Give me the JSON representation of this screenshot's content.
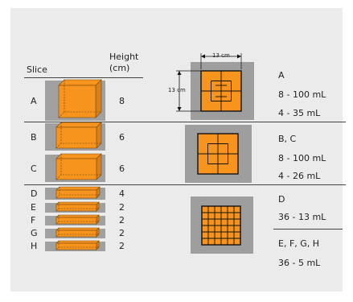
{
  "headers": {
    "slice": "Slice",
    "height_line1": "Height",
    "height_line2": "(cm)"
  },
  "slices": [
    {
      "label": "A",
      "height": "8"
    },
    {
      "label": "B",
      "height": "6"
    },
    {
      "label": "C",
      "height": "6"
    },
    {
      "label": "D",
      "height": "4"
    },
    {
      "label": "E",
      "height": "2"
    },
    {
      "label": "F",
      "height": "2"
    },
    {
      "label": "G",
      "height": "2"
    },
    {
      "label": "H",
      "height": "2"
    }
  ],
  "dimensions": {
    "width": "13 cm",
    "height": "13 cm"
  },
  "groups": [
    {
      "title": "A",
      "line1": "8 - 100 mL",
      "line2": "4 - 35 mL"
    },
    {
      "title": "B, C",
      "line1": "8 - 100 mL",
      "line2": "4 - 26 mL"
    },
    {
      "title": "D",
      "line1": "36 - 13 mL"
    },
    {
      "title": "E, F, G, H",
      "line1": "36 - 5 mL"
    }
  ],
  "colors": {
    "orange": "#f7941d",
    "grey": "#a0a0a0",
    "background": "#ebebeb"
  }
}
